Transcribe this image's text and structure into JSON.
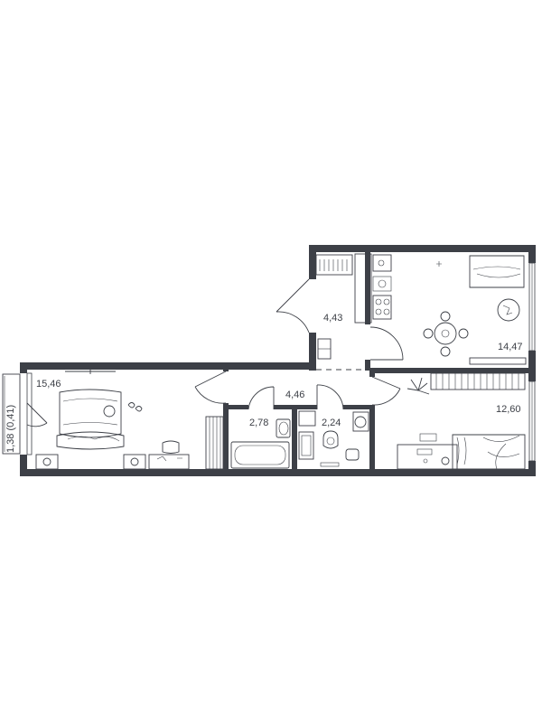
{
  "rooms": [
    {
      "id": "bedroom",
      "area": "15,46"
    },
    {
      "id": "balcony",
      "area": "1,38 (0,41)"
    },
    {
      "id": "hall",
      "area": "4,43"
    },
    {
      "id": "corridor",
      "area": "4,46"
    },
    {
      "id": "bathroom",
      "area": "2,78"
    },
    {
      "id": "toilet",
      "area": "2,24"
    },
    {
      "id": "kitchen-living",
      "area": "14,47"
    },
    {
      "id": "room",
      "area": "12,60"
    }
  ],
  "colors": {
    "walls": "#3d4047",
    "background": "#ffffff"
  }
}
